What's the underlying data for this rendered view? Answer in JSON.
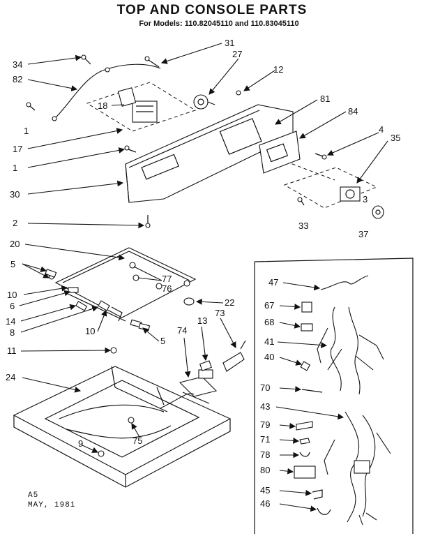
{
  "header": {
    "title": "TOP AND CONSOLE PARTS",
    "subtitle": "For Models: 110.82045110 and 110.83045110"
  },
  "footer": {
    "code": "A5",
    "date": "MAY, 1981"
  },
  "callouts": [
    "31",
    "27",
    "12",
    "81",
    "84",
    "34",
    "82",
    "18",
    "1",
    "17",
    "1",
    "30",
    "2",
    "4",
    "35",
    "3",
    "33",
    "37",
    "20",
    "5",
    "10",
    "6",
    "14",
    "8",
    "10",
    "5",
    "22",
    "77",
    "76",
    "11",
    "24",
    "74",
    "13",
    "73",
    "75",
    "9",
    "47",
    "67",
    "68",
    "41",
    "40",
    "70",
    "43",
    "79",
    "71",
    "78",
    "80",
    "45",
    "46"
  ]
}
